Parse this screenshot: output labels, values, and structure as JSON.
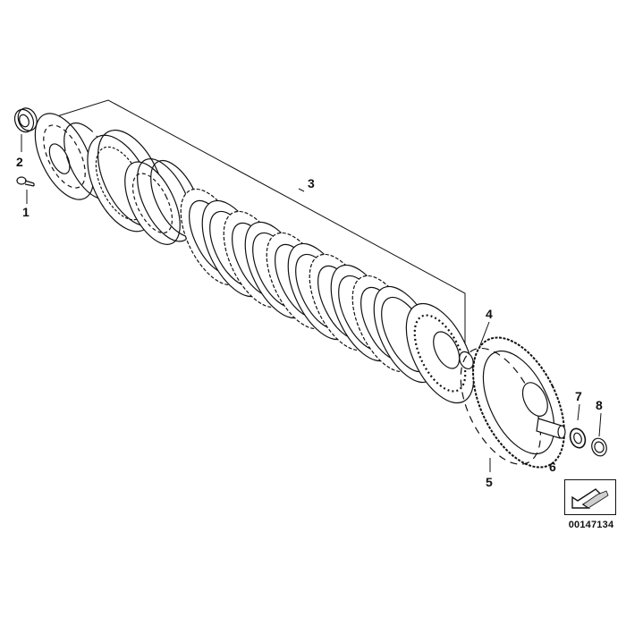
{
  "diagram": {
    "callouts": [
      {
        "id": "1",
        "label": "1"
      },
      {
        "id": "2",
        "label": "2"
      },
      {
        "id": "3",
        "label": "3"
      },
      {
        "id": "4",
        "label": "4"
      },
      {
        "id": "5",
        "label": "5"
      },
      {
        "id": "6",
        "label": "6"
      },
      {
        "id": "7",
        "label": "7"
      },
      {
        "id": "8",
        "label": "8"
      }
    ],
    "reference_code": "00147134",
    "colors": {
      "ink": "#111111",
      "paper": "#ffffff",
      "shade": "#cfcfcf"
    }
  }
}
